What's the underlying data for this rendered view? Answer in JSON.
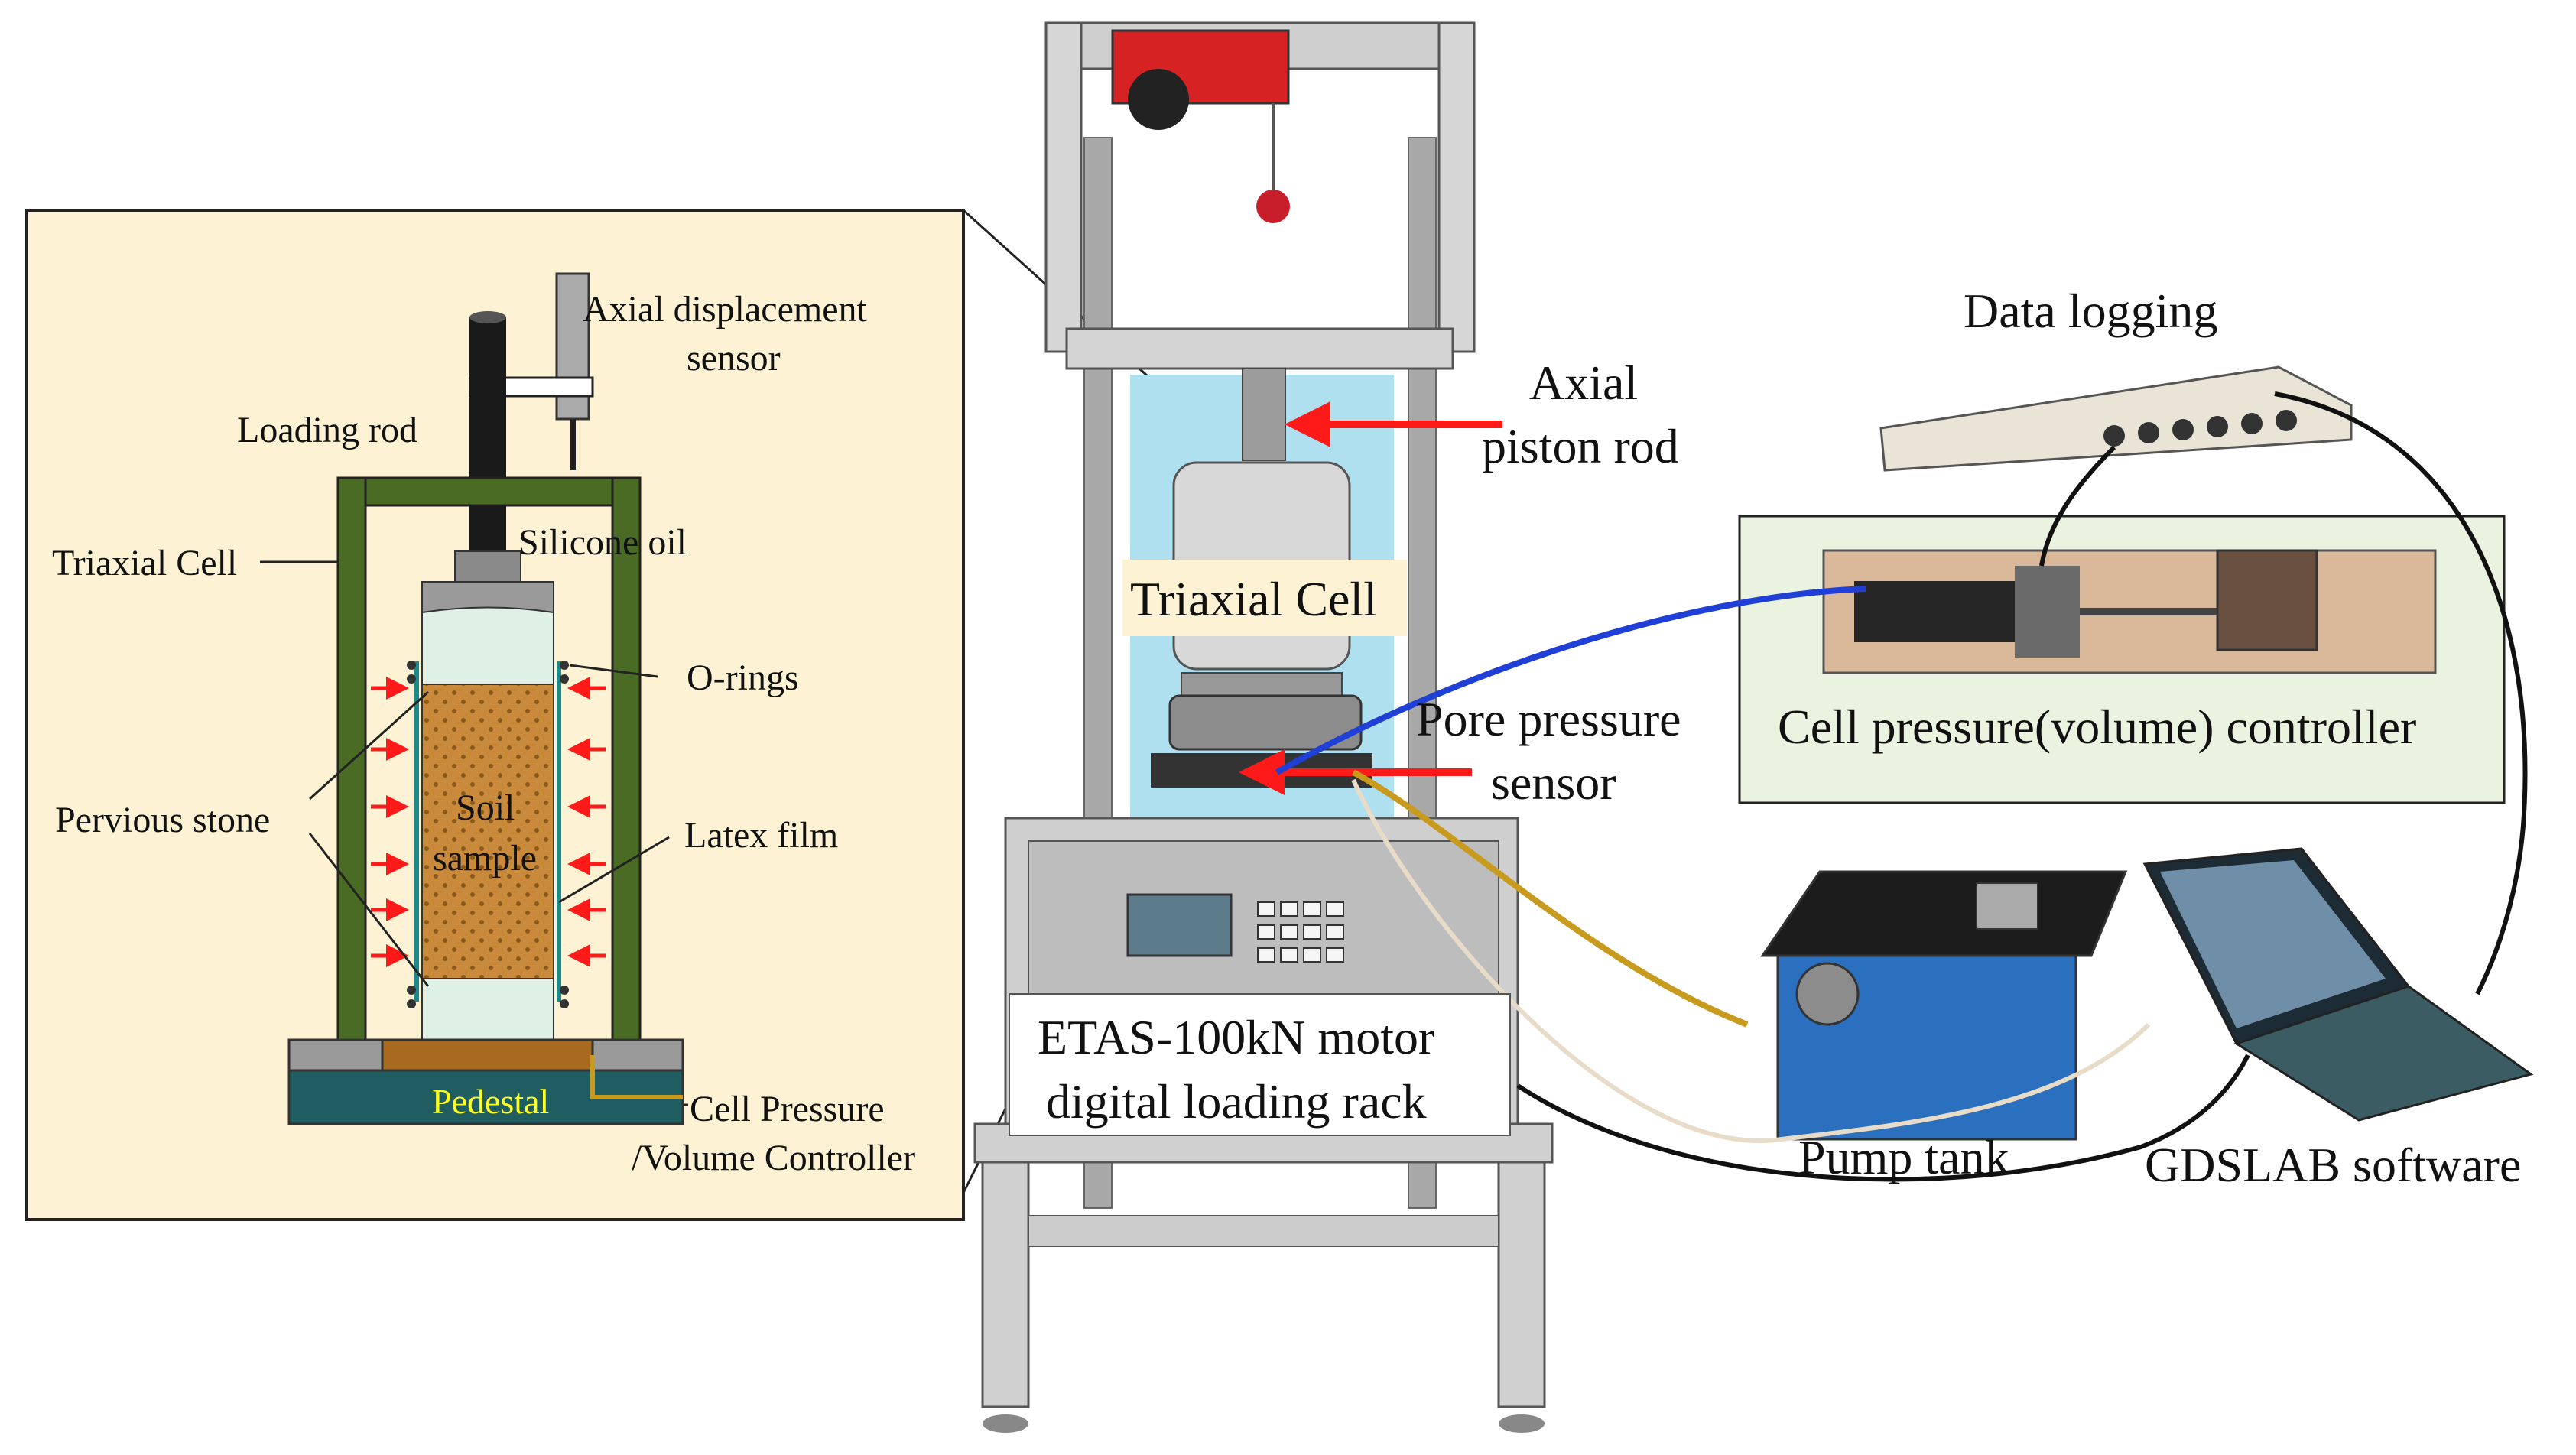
{
  "labels": {
    "axial_displacement_line1": "Axial displacement",
    "axial_displacement_line2": "sensor",
    "loading_rod": "Loading rod",
    "silicone_oil": "Silicone oil",
    "triaxial_cell_inset": "Triaxial Cell",
    "o_rings": "O-rings",
    "pervious_stone": "Pervious stone",
    "soil_sample_line1": "Soil",
    "soil_sample_line2": "sample",
    "latex_film": "Latex film",
    "pedestal": "Pedestal",
    "cell_pressure_line1": "Cell Pressure",
    "cell_pressure_line2": "/Volume Controller",
    "axial_piston_line1": "Axial",
    "axial_piston_line2": "piston rod",
    "triaxial_cell_main": "Triaxial Cell",
    "pore_pressure_line1": "Pore pressure",
    "pore_pressure_line2": "sensor",
    "data_logging": "Data logging",
    "cell_pressure_controller": "Cell pressure(volume) controller",
    "etas_line1": "ETAS-100kN motor",
    "etas_line2": "digital loading rack",
    "pump_tank": "Pump tank",
    "gdslab_software": "GDSLAB software"
  },
  "colors": {
    "inset_background": "#fdf3d4",
    "cell_wall": "#4a6b23",
    "soil_sample": "#c98a3b",
    "pedestal_base": "#1f5d60",
    "pressure_arrow": "#ff1a1a",
    "blue_cable": "#1f3fd6",
    "gold_cable": "#c89a1e",
    "controller_panel_bg": "#eaf3df"
  }
}
